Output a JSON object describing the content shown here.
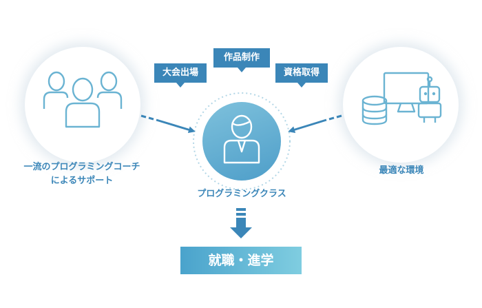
{
  "left": {
    "caption_line1": "一流のプログラミングコーチ",
    "caption_line2": "によるサポート",
    "icon": "people-group-icon"
  },
  "center": {
    "caption": "プログラミングクラス",
    "icon": "student-person-icon"
  },
  "right": {
    "caption": "最適な環境",
    "icon": "computer-robot-database-icon"
  },
  "tags": [
    "大会出場",
    "作品制作",
    "資格取得"
  ],
  "result": {
    "label": "就職・進学"
  },
  "colors": {
    "accent": "#3b86b8",
    "icon_stroke": "#6ab3d2",
    "result_start": "#4aa3cc",
    "result_end": "#7fcde0"
  }
}
